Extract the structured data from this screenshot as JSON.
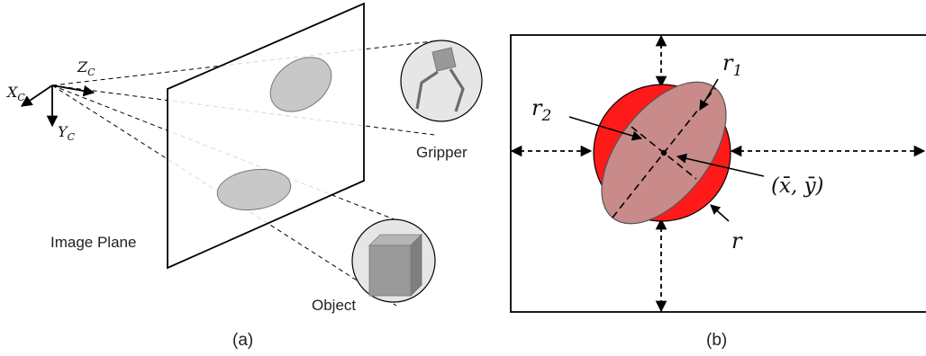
{
  "panel_a": {
    "caption": "(a)",
    "image_plane_label": "Image Plane",
    "gripper_label": "Gripper",
    "object_label": "Object",
    "axes": {
      "x": "X",
      "x_sub": "C",
      "y": "Y",
      "y_sub": "C",
      "z": "Z",
      "z_sub": "C"
    }
  },
  "panel_b": {
    "caption": "(b)",
    "r1": "r",
    "r1_sub": "1",
    "r2": "r",
    "r2_sub": "2",
    "r": "r",
    "centroid": "(x̄, ȳ)"
  },
  "colors": {
    "sphere": "#ff1a1a",
    "ellipse": "#c98a8a",
    "blob": "#c8c8c8",
    "circle_bg": "#e6e6e6"
  }
}
